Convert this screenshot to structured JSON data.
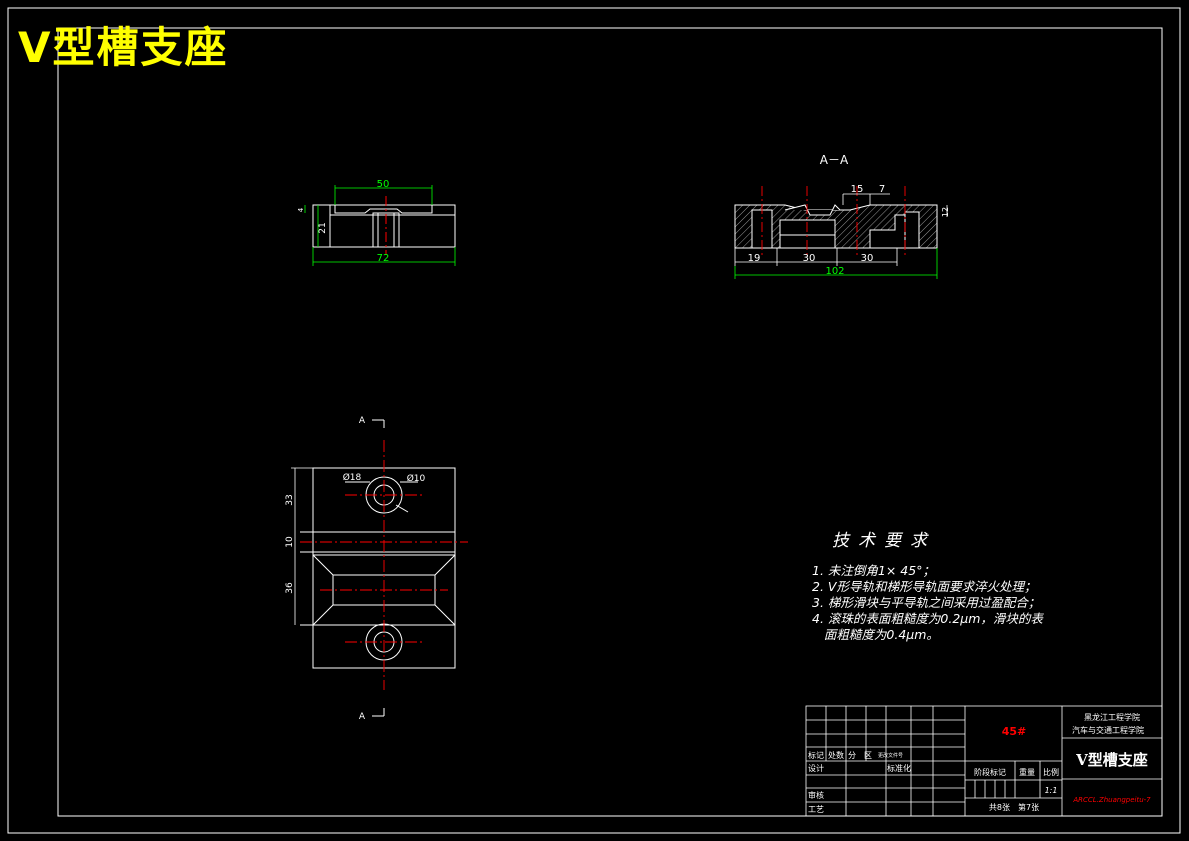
{
  "drawing": {
    "title": "V型槽支座",
    "section_label": "A－A",
    "cut_marker": "A",
    "colors": {
      "background": "#000000",
      "outline": "#ffffff",
      "dimension": "#00ff00",
      "centerline": "#ff0000",
      "title": "#ffff00",
      "hatch": "#ffffff"
    }
  },
  "dimensions": {
    "front_view": {
      "width_top": "50",
      "height": "21",
      "width_total": "72",
      "small_step": "4"
    },
    "section_view": {
      "top_a": "15",
      "top_b": "7",
      "seg1": "19",
      "seg2": "30",
      "seg3": "30",
      "total": "102",
      "right_height": "12"
    },
    "plan_view": {
      "dia_outer": "Ø18",
      "dia_inner": "Ø10",
      "h1": "33",
      "h2": "10",
      "h3": "36"
    }
  },
  "requirements": {
    "title": "技术要求",
    "items": [
      "1. 未注倒角1× 45°；",
      "2. V形导轨和梯形导轨面要求淬火处理；",
      "3. 梯形滑块与平导轨之间采用过盈配合；",
      "4. 滚珠的表面粗糙度为0.2μm，滑块的表",
      "   面粗糙度为0.4μm。"
    ]
  },
  "title_block": {
    "material": "45#",
    "school_line1": "黑龙江工程学院",
    "school_line2": "汽车与交通工程学院",
    "part_name": "V型槽支座",
    "row_labels": {
      "mark": "标记",
      "count": "处数",
      "zone": "分　区",
      "change_doc": "更改文件号",
      "design": "设计",
      "standardize": "标准化",
      "review": "审核",
      "process": "工艺",
      "stage_mark": "阶段标记",
      "weight": "重量",
      "scale": "比例"
    },
    "scale_value": "1:1",
    "sheets": "共8张　第7张",
    "drawing_number": "ARCCL.Zhuangpeitu-7"
  }
}
